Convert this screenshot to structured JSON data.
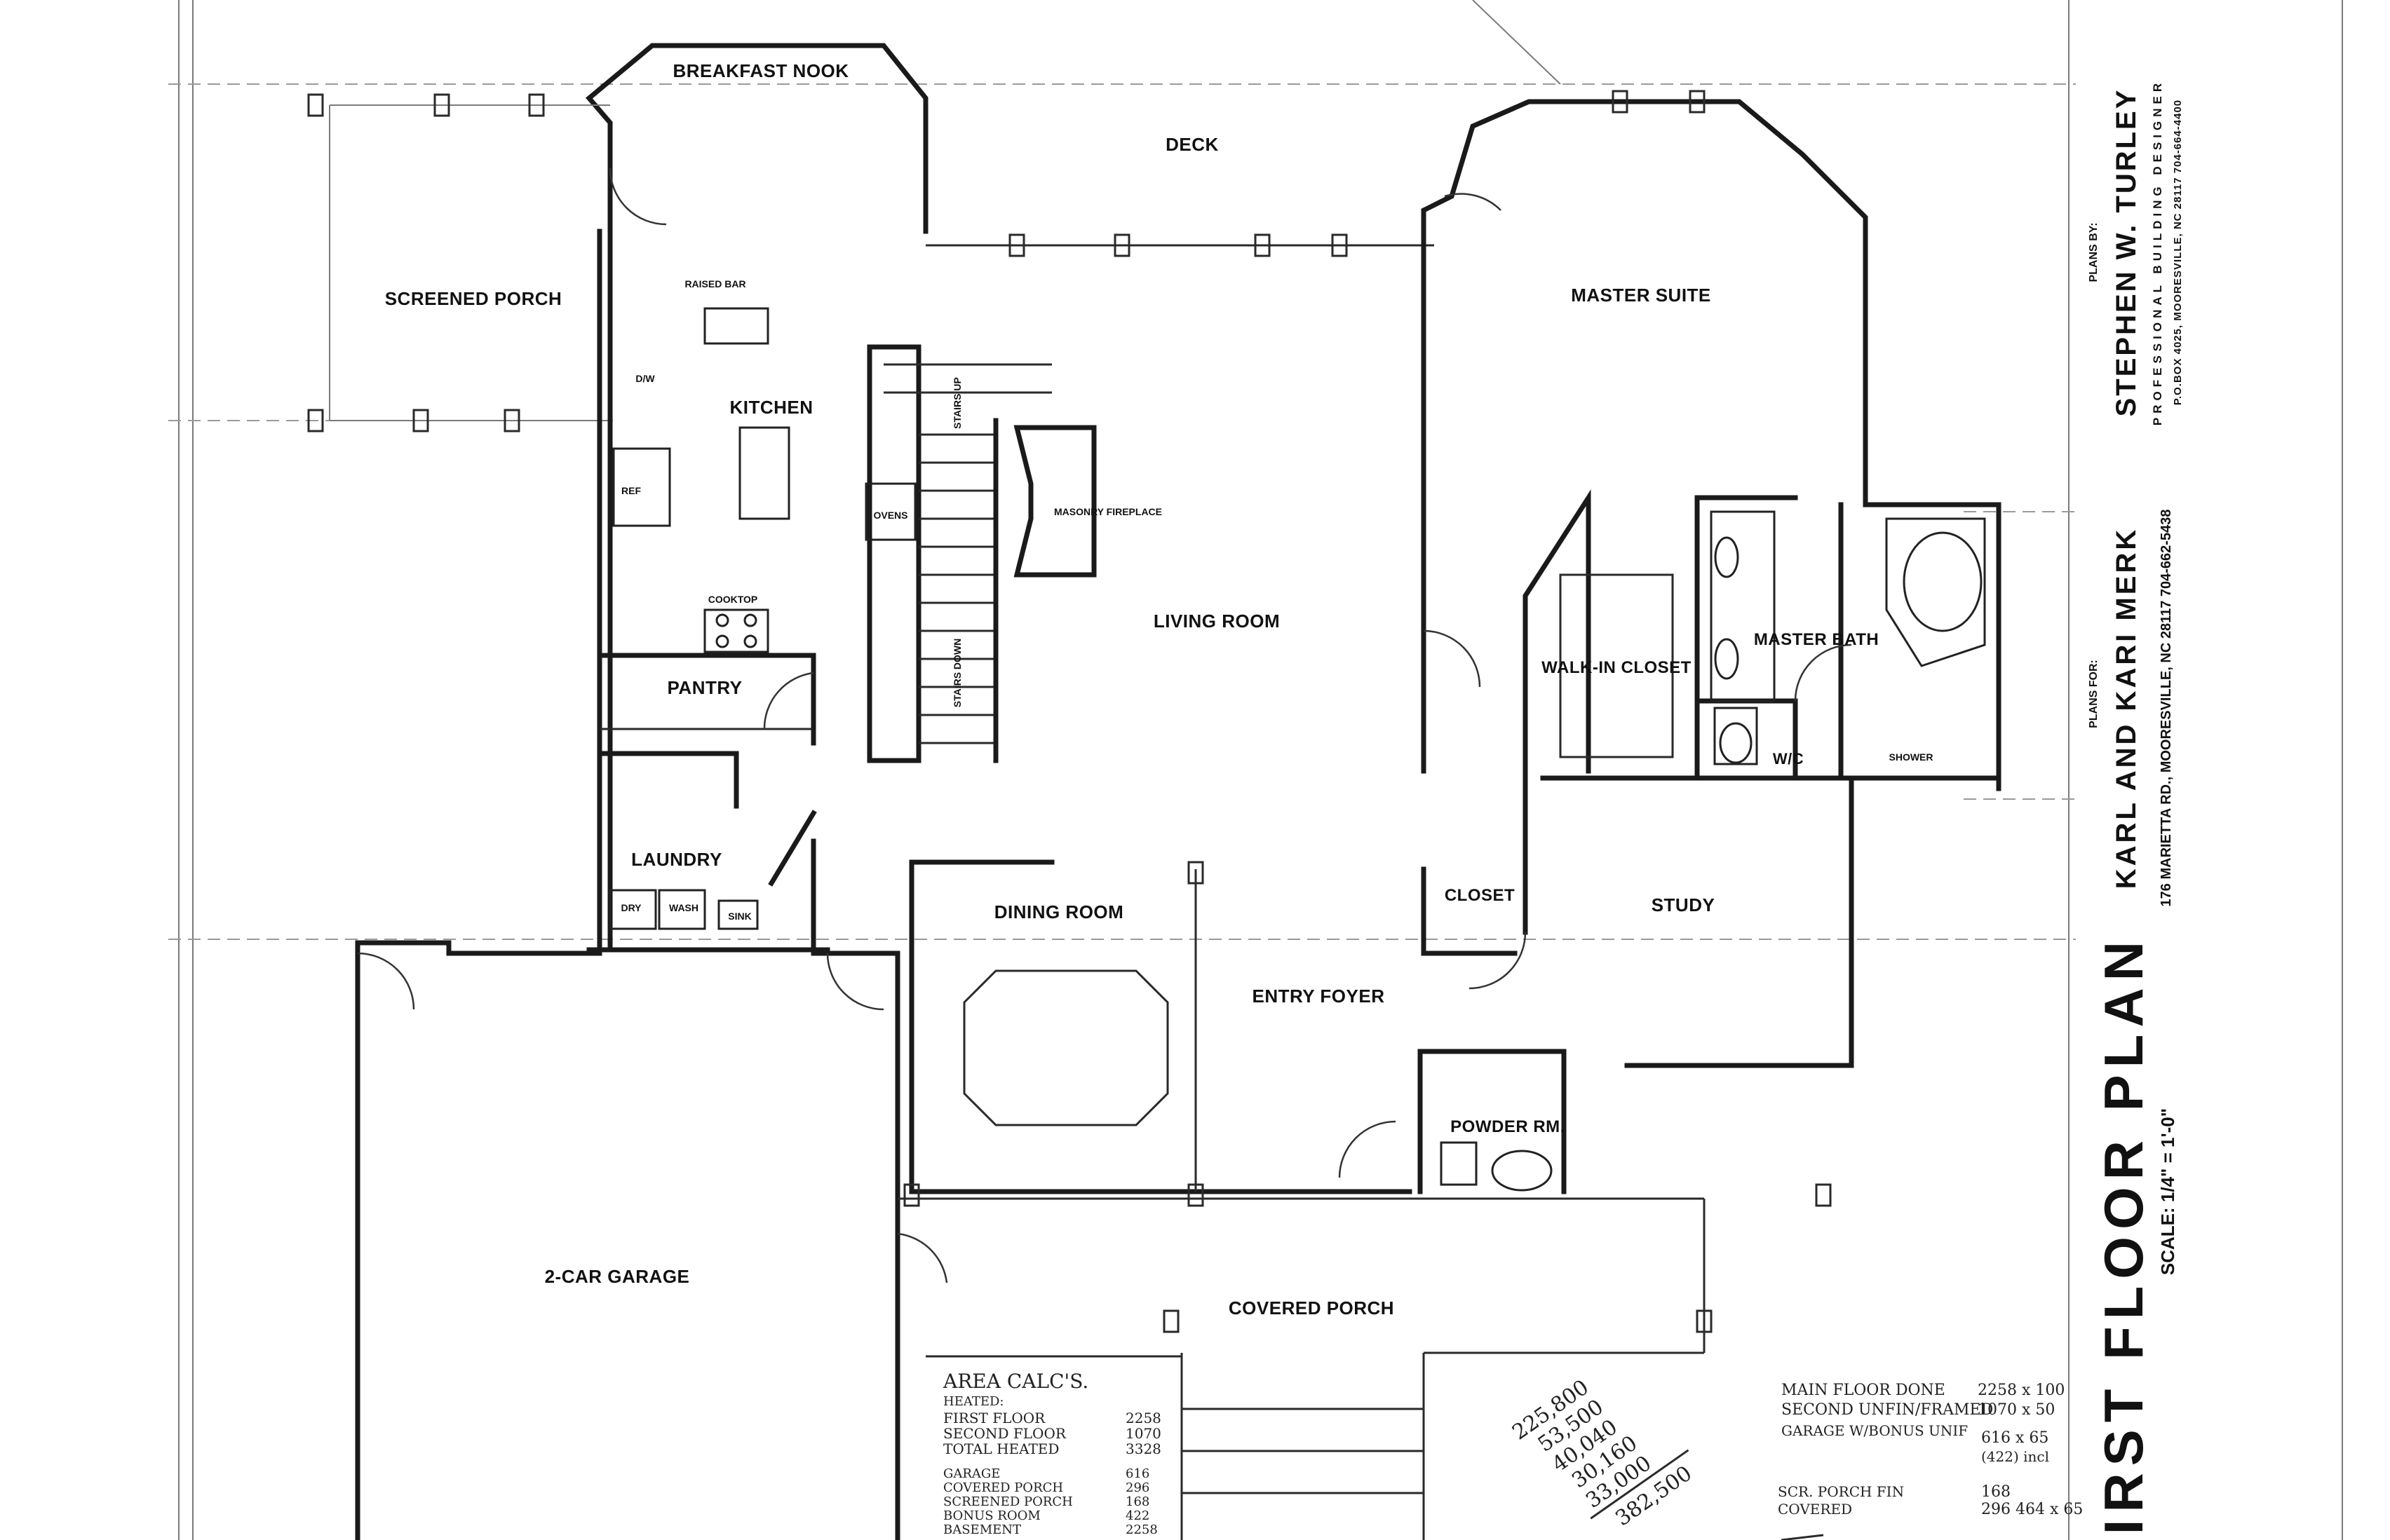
{
  "rooms": {
    "breakfast_nook": "BREAKFAST NOOK",
    "deck": "DECK",
    "screened_porch": "SCREENED PORCH",
    "raised_bar": "RAISED BAR",
    "kitchen": "KITCHEN",
    "dw": "D/W",
    "ref": "REF",
    "ovens": "OVENS",
    "cooktop": "COOKTOP",
    "stairs_up": "STAIRS UP",
    "stairs_down": "STAIRS DOWN",
    "masonry_fireplace": "MASONRY FIREPLACE",
    "living_room": "LIVING ROOM",
    "master_suite": "MASTER SUITE",
    "walk_in_closet": "WALK-IN CLOSET",
    "master_bath": "MASTER BATH",
    "wc": "W/C",
    "shower": "SHOWER",
    "pantry": "PANTRY",
    "laundry": "LAUNDRY",
    "dry": "DRY",
    "wash": "WASH",
    "sink": "SINK",
    "dining_room": "DINING ROOM",
    "entry_foyer": "ENTRY FOYER",
    "closet": "CLOSET",
    "study": "STUDY",
    "powder_rm": "POWDER RM.",
    "garage": "2-CAR GARAGE",
    "covered_porch": "COVERED PORCH"
  },
  "title_block": {
    "plans_by_label": "PLANS BY:",
    "designer_name": "STEPHEN W. TURLEY",
    "designer_title": "PROFESSIONAL BUILDING DESIGNER",
    "designer_contact": "P.O.BOX 4025, MOORESVILLE, NC 28117  704-664-4400",
    "plans_for_label": "PLANS FOR:",
    "client_name": "KARL AND KARI MERK",
    "client_address": "176 MARIETTA RD., MOORESVILLE, NC 28117  704-662-5438",
    "plan_title": "FIRST FLOOR PLAN",
    "scale": "SCALE: 1/4\" = 1'-0\""
  },
  "area_calcs": {
    "heading": "AREA CALC'S.",
    "heated_label": "HEATED:",
    "rows": [
      {
        "label": "FIRST FLOOR",
        "value": "2258"
      },
      {
        "label": "SECOND FLOOR",
        "value": "1070"
      },
      {
        "label": "TOTAL HEATED",
        "value": "3328"
      },
      {
        "label": "GARAGE",
        "value": "616"
      },
      {
        "label": "COVERED PORCH",
        "value": "296"
      },
      {
        "label": "SCREENED PORCH",
        "value": "168"
      },
      {
        "label": "BONUS ROOM",
        "value": "422"
      },
      {
        "label": "BASEMENT",
        "value": "2258"
      }
    ]
  },
  "handwritten": {
    "column": [
      "225,800",
      "53,500",
      "40,040",
      "30,160",
      "33,000"
    ],
    "total": "382,500",
    "notes": [
      {
        "label": "MAIN FLOOR DONE",
        "value": "2258 x 100"
      },
      {
        "label": "SECOND UNFIN/FRAMED",
        "value": "1070 x 50"
      },
      {
        "label": "GARAGE W/BONUS UNIF",
        "value": "616 x 65"
      },
      {
        "label": "",
        "value": "(422) incl"
      },
      {
        "label": "SCR. PORCH FIN",
        "value": "168"
      },
      {
        "label": "COVERED",
        "value": "296  464 x 65"
      }
    ]
  }
}
